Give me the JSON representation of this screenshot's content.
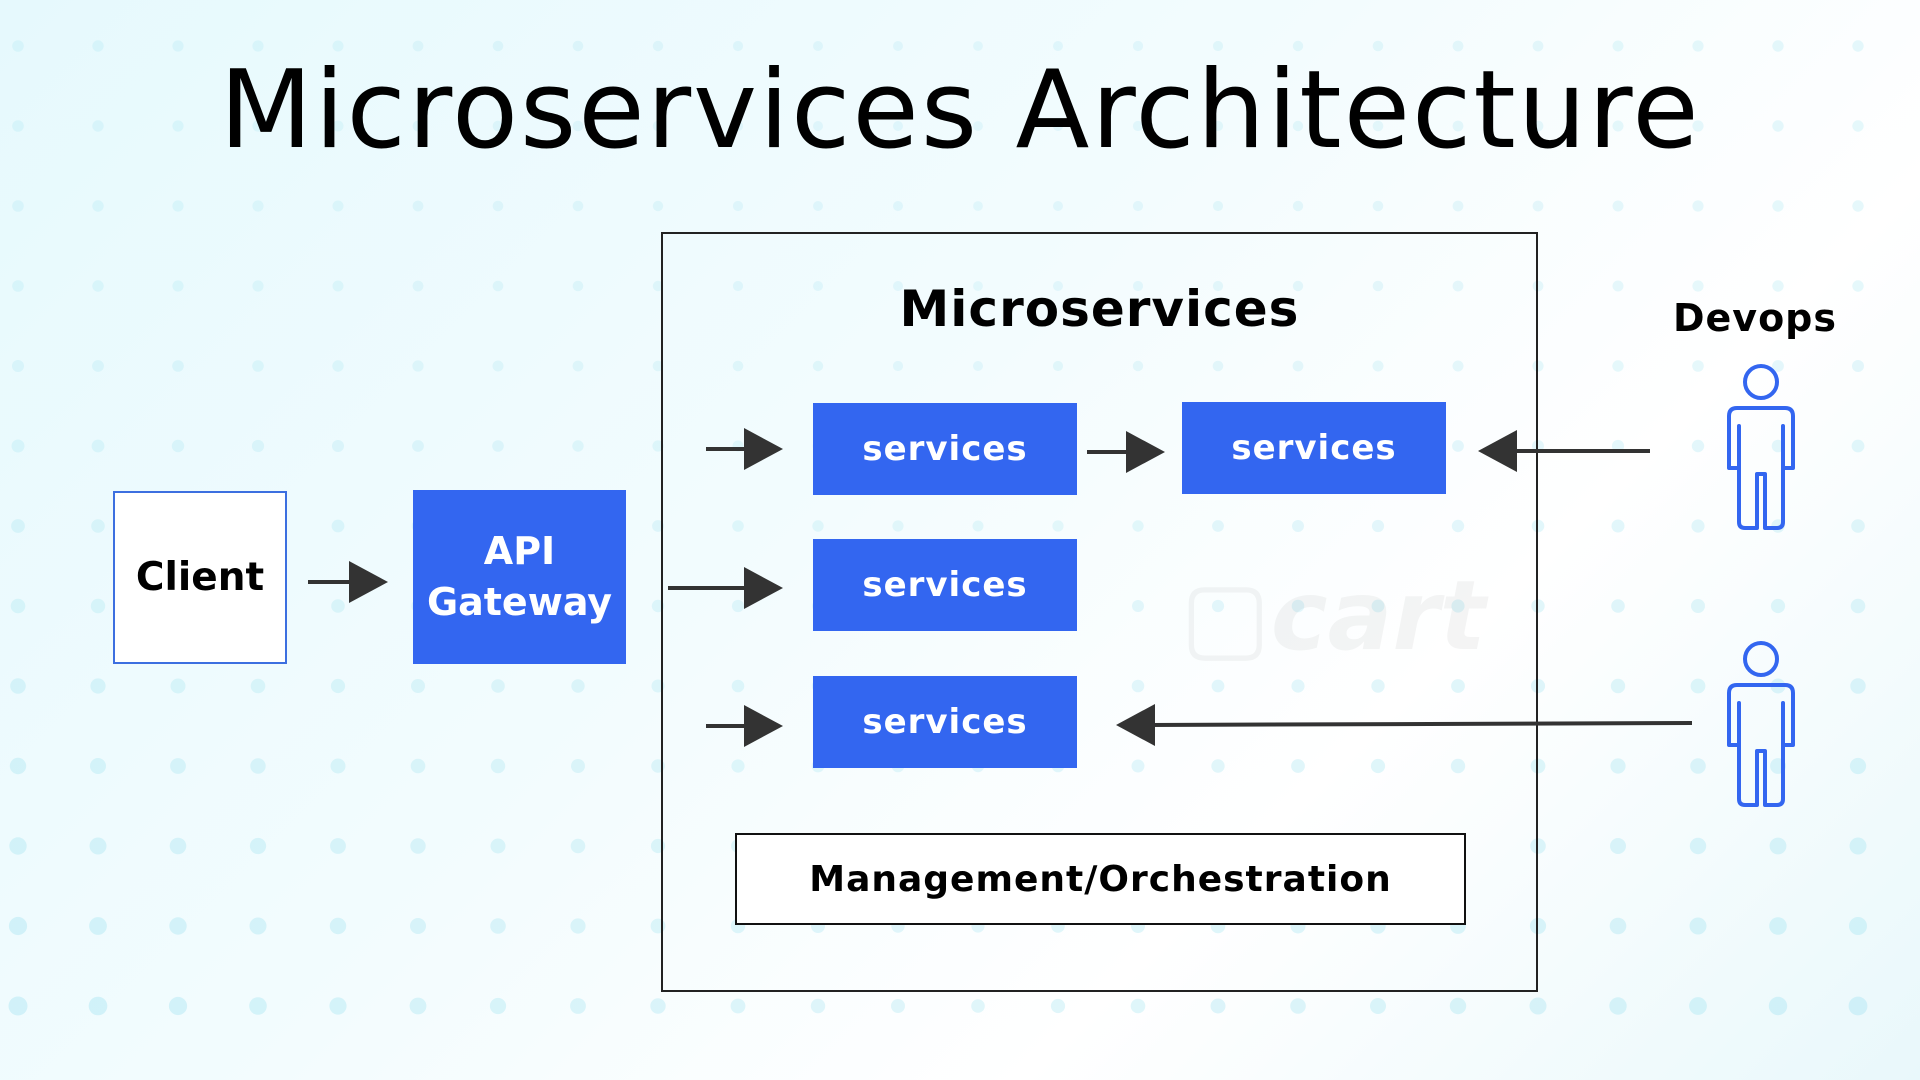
{
  "title": "Microservices Architecture",
  "client": {
    "label": "Client"
  },
  "gateway": {
    "line1": "API",
    "line2": "Gateway"
  },
  "container": {
    "title": "Microservices"
  },
  "services": [
    {
      "label": "services"
    },
    {
      "label": "services"
    },
    {
      "label": "services"
    },
    {
      "label": "services"
    }
  ],
  "management": {
    "label": "Management/Orchestration"
  },
  "devops": {
    "label": "Devops",
    "icons": [
      "person-icon",
      "person-icon"
    ]
  },
  "watermark": {
    "text": "cart"
  },
  "colors": {
    "primary": "#3366f0",
    "text": "#000000",
    "arrow": "#333333",
    "border": "#222222",
    "icon_stroke": "#3366f0"
  }
}
